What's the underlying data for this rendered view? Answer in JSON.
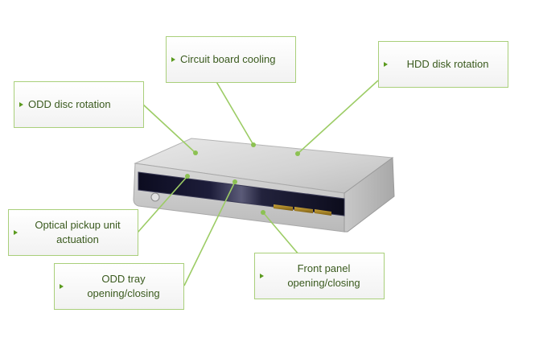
{
  "colors": {
    "accent": "#8cc152",
    "bullet": "#5a9a1e",
    "label_text": "#3a5a1e",
    "device_body": "#d7d7d7",
    "device_panel": "#16162a",
    "leader_line": "#9ccc65"
  },
  "labels": {
    "odd_disc_rotation": "ODD disc rotation",
    "circuit_board_cooling": "Circuit board cooling",
    "hdd_disk_rotation": "HDD disk rotation",
    "optical_pickup_line1": "Optical pickup unit",
    "optical_pickup_line2": "actuation",
    "odd_tray_line1": "ODD tray",
    "odd_tray_line2": "opening/closing",
    "front_panel_line1": "Front panel",
    "front_panel_line2": "opening/closing"
  }
}
